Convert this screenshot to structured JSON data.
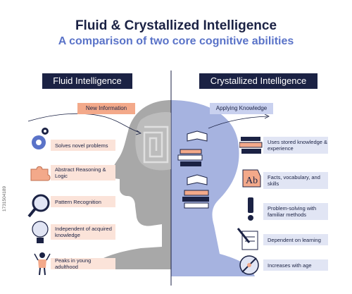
{
  "header": {
    "title": "Fluid & Crystallized Intelligence",
    "subtitle": "A comparison of two core cognitive abilities"
  },
  "fluid": {
    "heading": "Fluid Intelligence",
    "tag": "New Information",
    "items": [
      {
        "icon": "gears-icon",
        "label": "Solves novel problems"
      },
      {
        "icon": "puzzle-icon",
        "label": "Abstract Reasoning & Logic"
      },
      {
        "icon": "magnifier-icon",
        "label": "Pattern Recognition"
      },
      {
        "icon": "lightbulb-icon",
        "label": "Independent of acquired knowledge"
      },
      {
        "icon": "person-icon",
        "label": "Peaks in young adulthood"
      }
    ]
  },
  "crystallized": {
    "heading": "Crystallized Intelligence",
    "tag": "Applying Knowledge",
    "items": [
      {
        "icon": "books-icon",
        "label": "Uses stored knowledge & experience"
      },
      {
        "icon": "letters-icon",
        "label": "Facts, vocabulary, and skills"
      },
      {
        "icon": "exclamation-icon",
        "label": "Problem-solving with familiar methods"
      },
      {
        "icon": "pen-document-icon",
        "label": "Dependent on learning"
      },
      {
        "icon": "compass-icon",
        "label": "Increases with age"
      }
    ]
  },
  "stock_id": "1731504189",
  "colors": {
    "navy": "#1b2244",
    "accent_blue": "#5a73c8",
    "fluid_bg": "#fbe3d9",
    "fluid_accent": "#f3a98a",
    "crystal_bg": "#e1e5f4",
    "crystal_accent": "#8e9ed6",
    "head_gray": "#a8a8a8"
  }
}
